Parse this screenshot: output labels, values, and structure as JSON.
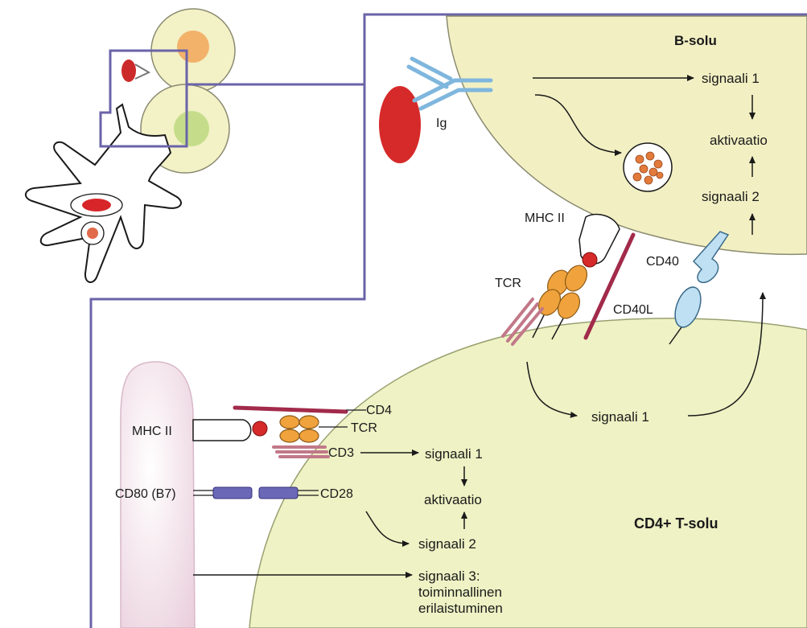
{
  "b_cell_title": "B-solu",
  "t_cell_title": "CD4+ T-solu",
  "upper": {
    "ig": "Ig",
    "signal1": "signaali 1",
    "activation": "aktivaatio",
    "signal2": "signaali 2",
    "mhc2": "MHC II",
    "tcr": "TCR",
    "cd40": "CD40",
    "cd40l": "CD40L",
    "t_signal1": "signaali 1"
  },
  "lower": {
    "cd4": "CD4",
    "mhc2": "MHC II",
    "tcr": "TCR",
    "cd3": "CD3",
    "cd80": "CD80 (B7)",
    "cd28": "CD28",
    "signal1": "signaali 1",
    "activation": "aktivaatio",
    "signal2": "signaali 2",
    "signal3_line1": "signaali 3:",
    "signal3_line2": "toiminnallinen",
    "signal3_line3": "erilaistuminen"
  },
  "colors": {
    "frame": "#6a63a8",
    "b_cell_fill": "#f2f0c3",
    "t_cell_fill": "#eef2c4",
    "antigen_red": "#cc2a2a",
    "tcr_orange": "#f0a23c",
    "antibody_blue": "#8fc3e6",
    "dc_pink": "#f2dde6",
    "costim_purple": "#6b68b8"
  }
}
